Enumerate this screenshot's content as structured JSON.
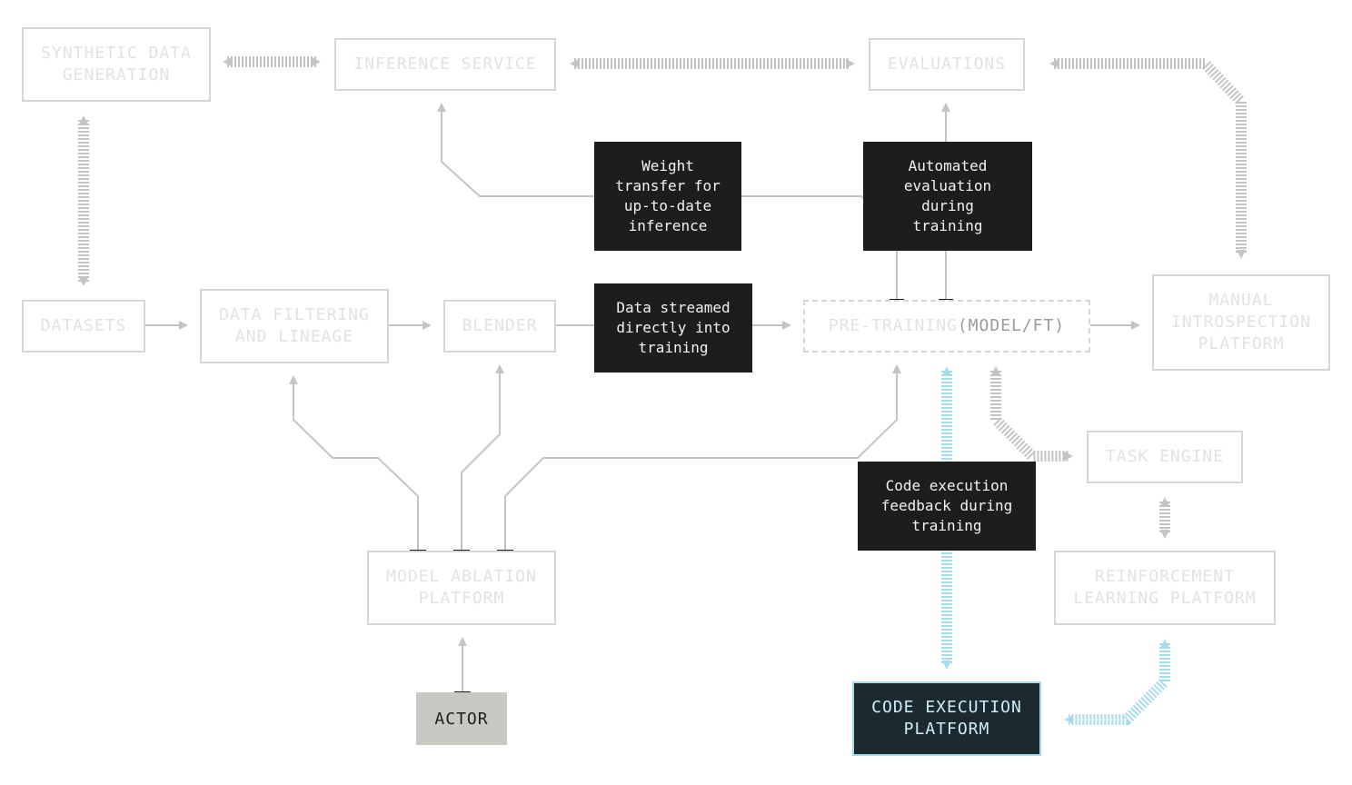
{
  "nodes": {
    "synthetic": "SYNTHETIC DATA\nGENERATION",
    "inference": "INFERENCE SERVICE",
    "evaluations": "EVALUATIONS",
    "datasets": "DATASETS",
    "filtering": "DATA FILTERING\nAND LINEAGE",
    "blender": "BLENDER",
    "pretraining_main": "PRE-TRAINING ",
    "pretraining_sub": "(MODEL/FT)",
    "manual": "MANUAL\nINTROSPECTION\nPLATFORM",
    "task_engine": "TASK ENGINE",
    "rl_platform": "REINFORCEMENT\nLEARNING PLATFORM",
    "ablation": "MODEL ABLATION\nPLATFORM",
    "actor": "ACTOR",
    "code_exec": "CODE EXECUTION\nPLATFORM"
  },
  "notes": {
    "weight_transfer": "Weight\ntransfer for\nup-to-date\ninference",
    "auto_eval": "Automated\nevaluation\nduring\ntraining",
    "data_streamed": "Data streamed\ndirectly into\ntraining",
    "code_feedback": "Code execution\nfeedback during\ntraining"
  },
  "colors": {
    "line": "#c4c4c0",
    "stripe": "#c4c4c0",
    "stripe_blue": "#a7dcef",
    "note_bg": "#1d1d1d"
  }
}
